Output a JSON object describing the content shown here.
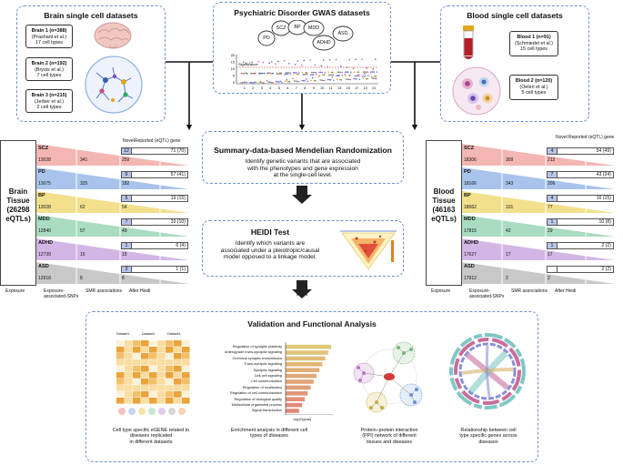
{
  "brain": {
    "title": "Brain single cell datasets",
    "cards": [
      {
        "name": "Brain 1 (n=388)",
        "author": "(Prashant et al.)",
        "types": "17 cell types"
      },
      {
        "name": "Brain 2 (n=192)",
        "author": "(Bryois et al.)",
        "types": "7 cell types"
      },
      {
        "name": "Brain 3 (n=215)",
        "author": "(Jerber et al.)",
        "types": "2 cell types"
      }
    ]
  },
  "gwas": {
    "title": "Psychiatric Disorder GWAS datasets",
    "disorders": [
      "SCZ",
      "PD",
      "BP",
      "MDD",
      "ADHD",
      "ASD"
    ],
    "significance_label": "Significance",
    "y_ticks": [
      "20",
      "15",
      "10",
      "5",
      "0"
    ],
    "x_ticks": [
      "1",
      "2",
      "3",
      "4",
      "5",
      "6",
      "7",
      "8",
      "9",
      "10",
      "11",
      "13",
      "15",
      "17",
      "19",
      "21"
    ]
  },
  "blood": {
    "title": "Blood single cell datasets",
    "cards": [
      {
        "name": "Blood 1 (n=91)",
        "author": "(Schmiedel et al.)",
        "types": "15 cell types"
      },
      {
        "name": "Blood 2 (n=120)",
        "author": "(Oelen et al.)",
        "types": "5 cell types"
      }
    ]
  },
  "smr": {
    "title": "Summary-data-based Mendelian Randomization",
    "desc": [
      "Identify genetic variants that are associated",
      "with the phenotypes and gene expression",
      "at the single-cell level."
    ]
  },
  "heidi": {
    "title": "HEIDI Test",
    "desc": [
      "Identify which variants are",
      "associated under a pleiotropic/causal",
      "model opposed to a linkage model."
    ]
  },
  "brain_tissue": {
    "label": [
      "Brain",
      "Tissue",
      "(26298",
      "eQTLs)"
    ],
    "header_novel": "Novel",
    "header_reported": "Reported (eQTL) gene",
    "rows": [
      {
        "name": "SCZ",
        "exposure": "13028",
        "smr": "341",
        "heidi": "259",
        "novel": "12",
        "reported": "71 (70)",
        "color": "#f4b6b2"
      },
      {
        "name": "PD",
        "exposure": "13075",
        "smr": "325",
        "heidi": "182",
        "novel": "9",
        "reported": "57 (41)",
        "color": "#a8c4ec"
      },
      {
        "name": "BP",
        "exposure": "13028",
        "smr": "62",
        "heidi": "54",
        "novel": "5",
        "reported": "19 (15)",
        "color": "#f3e08c"
      },
      {
        "name": "MDD",
        "exposure": "12840",
        "smr": "57",
        "heidi": "49",
        "novel": "7",
        "reported": "10 (10)",
        "color": "#a9dcc0"
      },
      {
        "name": "ADHD",
        "exposure": "12739",
        "smr": "15",
        "heidi": "15",
        "novel": "1",
        "reported": "6 (4)",
        "color": "#d3b6e6"
      },
      {
        "name": "ASD",
        "exposure": "12918",
        "smr": "8",
        "heidi": "8",
        "novel": "3",
        "reported": "1 (1)",
        "color": "#c8c8c8"
      }
    ],
    "footer": [
      "Exposure",
      "Exposure-associated-SNPs",
      "SMR associations",
      "After Heidi"
    ]
  },
  "blood_tissue": {
    "label": [
      "Blood",
      "Tissue",
      "(46163",
      "eQTLs)"
    ],
    "header_novel": "Novel",
    "header_reported": "Reported (eQTL) gene",
    "rows": [
      {
        "name": "SCZ",
        "exposure": "18306",
        "smr": "309",
        "heidi": "212",
        "novel": "4",
        "reported": "54 (49)",
        "color": "#f4b6b2"
      },
      {
        "name": "PD",
        "exposure": "18166",
        "smr": "343",
        "heidi": "206",
        "novel": "7",
        "reported": "43 (24)",
        "color": "#a8c4ec"
      },
      {
        "name": "BP",
        "exposure": "18062",
        "smr": "101",
        "heidi": "77",
        "novel": "4",
        "reported": "16 (15)",
        "color": "#f3e08c"
      },
      {
        "name": "MDD",
        "exposure": "17815",
        "smr": "42",
        "heidi": "29",
        "novel": "1",
        "reported": "10 (8)",
        "color": "#a9dcc0"
      },
      {
        "name": "ADHD",
        "exposure": "17627",
        "smr": "17",
        "heidi": "17",
        "novel": "1",
        "reported": "2 (2)",
        "color": "#d3b6e6"
      },
      {
        "name": "ASD",
        "exposure": "17912",
        "smr": "2",
        "heidi": "2",
        "novel": "",
        "reported": "2 (2)",
        "color": "#c8c8c8"
      }
    ],
    "footer": [
      "Exposure",
      "Exposure-associated-SNPs",
      "SMR associations",
      "After Heidi"
    ]
  },
  "validation": {
    "title": "Validation and Functional Analysis",
    "heatmap_cols": [
      "Dataset1",
      "Dataset2",
      "Dataset3"
    ],
    "enrichment_terms": [
      "Regulation of synaptic plasticity",
      "Anterograde trans-synaptic signaling",
      "Chemical synaptic transmission",
      "Trans-synaptic signaling",
      "Synaptic signaling",
      "Cell-cell signaling",
      "Cell communication",
      "Regulation of localization",
      "Regulation of cell communication",
      "Regulation of biological quality",
      "Multicellular organismal process",
      "Signal transduction"
    ],
    "enrichment_xlabel": "-log10(pval)",
    "captions": [
      [
        "Cell type specific eGENE related to",
        "diseases replicated",
        "in different datasets"
      ],
      [
        "Enrichment analysis in different cell",
        "types of diseases"
      ],
      [
        "Protein–protein interaction",
        "(PPI) network of different",
        "tissues and diseases"
      ],
      [
        "Relationship between cell",
        "type specific genes across",
        "diseases"
      ]
    ]
  }
}
